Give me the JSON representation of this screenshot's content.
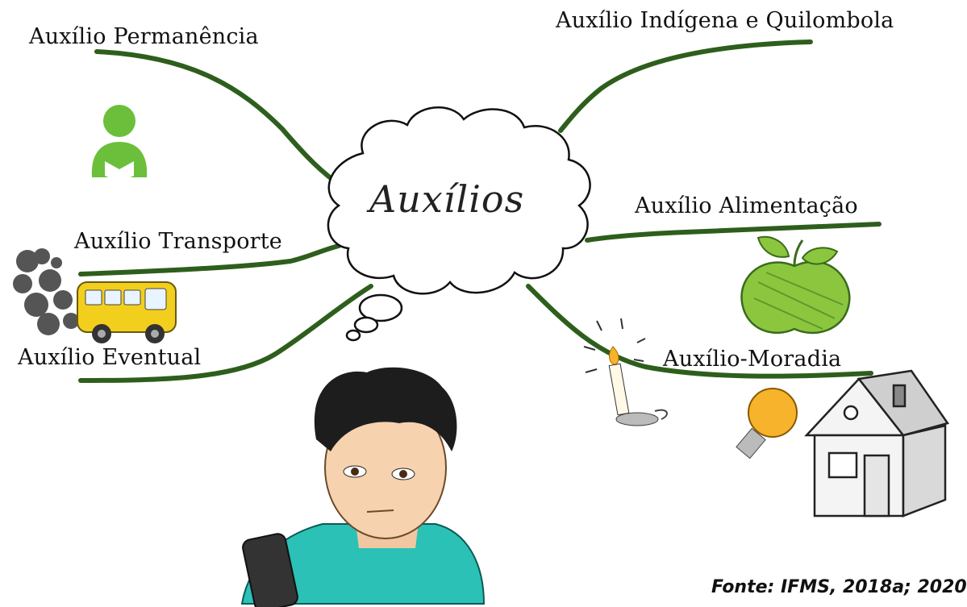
{
  "center": {
    "title": "Auxílios"
  },
  "branches": [
    {
      "id": "permanencia",
      "label": "Auxílio Permanência"
    },
    {
      "id": "indigena",
      "label": "Auxílio Indígena e Quilombola"
    },
    {
      "id": "transporte",
      "label": "Auxílio Transporte"
    },
    {
      "id": "alimentacao",
      "label": "Auxílio Alimentação"
    },
    {
      "id": "eventual",
      "label": "Auxílio Eventual"
    },
    {
      "id": "moradia",
      "label": "Auxílio-Moradia"
    }
  ],
  "source": "Fonte: IFMS, 2018a; 2020",
  "colors": {
    "branch": "#2e5e1c",
    "apple": "#8cc63f",
    "bus": "#f2cf1d",
    "reader": "#6cbf3a",
    "shirt": "#2cc1b6",
    "bulb": "#f6b32b"
  }
}
